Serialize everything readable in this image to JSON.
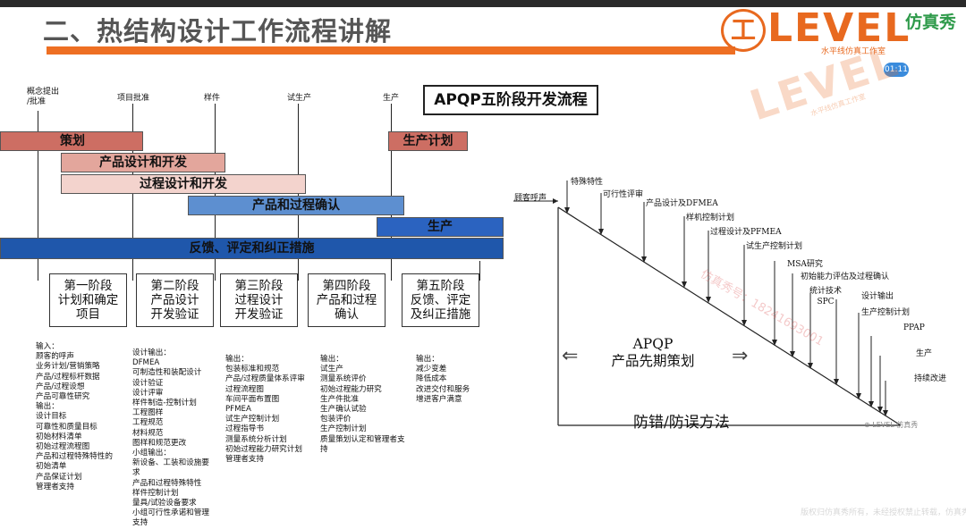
{
  "header": {
    "title": "二、热结构设计工作流程讲解",
    "logo_badge": "工",
    "logo_text": "LEVEL",
    "logo_subtitle": "水平线仿真工作室",
    "brand": "仿真秀",
    "timer": "01:11",
    "watermark_text": "LEVEL",
    "watermark_sub": "水平线仿真工作室"
  },
  "timeline": {
    "milestones": [
      "概念提出\n/批准",
      "项目批准",
      "样件",
      "试生产",
      "生产"
    ],
    "bars": [
      "策划",
      "产品设计和开发",
      "过程设计和开发",
      "产品和过程确认",
      "生产",
      "反馈、评定和纠正措施",
      "生产计划"
    ],
    "colors": [
      "#cd6e63",
      "#e3a69c",
      "#f3d3cd",
      "#5d8fd0",
      "#2b63c0",
      "#1f57ab"
    ]
  },
  "apqp_title": "APQP五阶段开发流程",
  "stages": [
    "第一阶段\n计划和确定\n项目",
    "第二阶段\n产品设计\n开发验证",
    "第三阶段\n过程设计\n开发验证",
    "第四阶段\n产品和过程\n确认",
    "第五阶段\n反馈、评定\n及纠正措施"
  ],
  "columns": [
    "输入：\n顾客的呼声\n业务计划/营销策略\n产品/过程标杆数据\n产品/过程设想\n产品可靠性研究\n输出：\n设计目标\n可靠性和质量目标\n初始材料清单\n初始过程流程图\n产品和过程特殊特性的\n初始清单\n产品保证计划\n管理者支持",
    "设计输出：\nDFMEA\n可制造性和装配设计\n设计验证\n设计评审\n样件制造-控制计划\n工程图样\n工程规范\n材料规范\n图样和规范更改\n小组输出：\n新设备、工装和设施要\n求\n产品和过程特殊特性\n样件控制计划\n量具/试验设备要求\n小组可行性承诺和管理\n支持",
    "输出：\n包装标准和规范\n产品/过程质量体系评审\n过程流程图\n车间平面布置图\nPFMEA\n试生产控制计划\n过程指导书\n测量系统分析计划\n初始过程能力研究计划\n管理者支持",
    "输出：\n试生产\n测量系统评价\n初始过程能力研究\n生产件批准\n生产确认试验\n包装评价\n生产控制计划\n质量策划认定和管理者支\n持",
    "输出：\n减少变差\n降低成本\n改进交付和服务\n增进客户满意"
  ],
  "diagram": {
    "start_label": "顾客呼声",
    "steps": [
      "特殊特性",
      "可行性评审",
      "产品设计及DFMEA",
      "样机控制计划",
      "过程设计及PFMEA",
      "试生产控制计划",
      "MSA研究",
      "初始能力评估及过程确认",
      "统计技术\nSPC",
      "设计输出",
      "生产控制计划",
      "PPAP",
      "生产",
      "持续改进"
    ],
    "triangle_top": "APQP\n产品先期策划",
    "triangle_bottom": "防错/防误方法",
    "left_arrow": "⇐",
    "right_arrow": "⇒"
  },
  "overlays": {
    "faint_diag": "仿真秀号：18241693001",
    "wechat": "⊕ LEVEL 仿真秀",
    "bottom_faint": "版权归仿真秀所有，未经授权禁止转载，仿真秀"
  }
}
